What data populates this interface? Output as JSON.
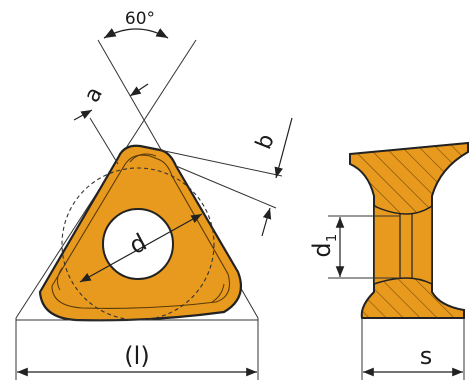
{
  "labels": {
    "angle": "60°",
    "a": "a",
    "b": "b",
    "d": "d",
    "d1_main": "d",
    "d1_sub": "1",
    "l": "(l)",
    "s": "s"
  },
  "colors": {
    "fill": "#e89a1e",
    "stroke": "#222222",
    "hole": "#ffffff",
    "background": "#ffffff"
  }
}
